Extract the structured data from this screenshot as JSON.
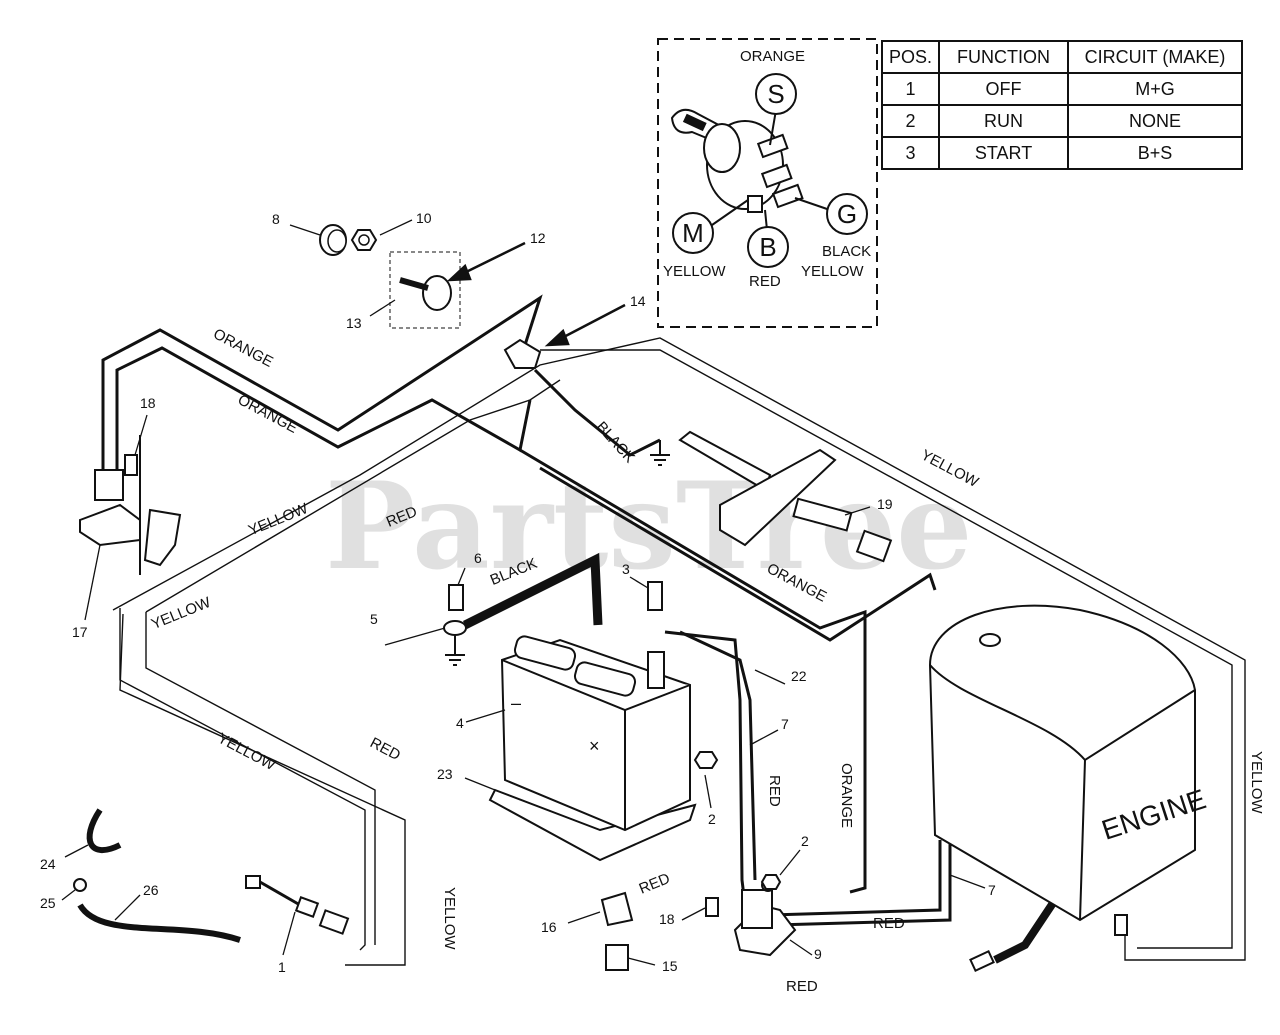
{
  "watermark": "PartsTree",
  "switch_table": {
    "headers": [
      "POS.",
      "FUNCTION",
      "CIRCUIT  (MAKE)"
    ],
    "rows": [
      [
        "1",
        "OFF",
        "M+G"
      ],
      [
        "2",
        "RUN",
        "NONE"
      ],
      [
        "3",
        "START",
        "B+S"
      ]
    ]
  },
  "inset": {
    "orange": "ORANGE",
    "terminal_s": "S",
    "terminal_m": "M",
    "terminal_b": "B",
    "terminal_g": "G",
    "yellow_m": "YELLOW",
    "red_b": "RED",
    "black_g": "BLACK",
    "yellow_g": "YELLOW"
  },
  "wire_labels": {
    "orange_1": "ORANGE",
    "orange_2": "ORANGE",
    "orange_3": "ORANGE",
    "orange_4": "ORANGE",
    "black_1": "BLACK",
    "black_2": "BLACK",
    "yellow_1": "YELLOW",
    "yellow_2": "YELLOW",
    "yellow_3": "YELLOW",
    "yellow_4": "YELLOW",
    "yellow_5": "YELLOW",
    "yellow_6": "YELLOW",
    "red_1": "RED",
    "red_2": "RED",
    "red_3": "RED",
    "red_4": "RED",
    "red_5": "RED",
    "red_6": "RED"
  },
  "engine_label": "ENGINE",
  "callouts": {
    "c1": "1",
    "c2a": "2",
    "c2b": "2",
    "c3": "3",
    "c4": "4",
    "c5": "5",
    "c6": "6",
    "c7a": "7",
    "c7b": "7",
    "c8": "8",
    "c9": "9",
    "c10": "10",
    "c12": "12",
    "c13": "13",
    "c14": "14",
    "c15": "15",
    "c16": "16",
    "c17": "17",
    "c18a": "18",
    "c18b": "18",
    "c19": "19",
    "c22": "22",
    "c23": "23",
    "c24": "24",
    "c25": "25",
    "c26": "26"
  }
}
